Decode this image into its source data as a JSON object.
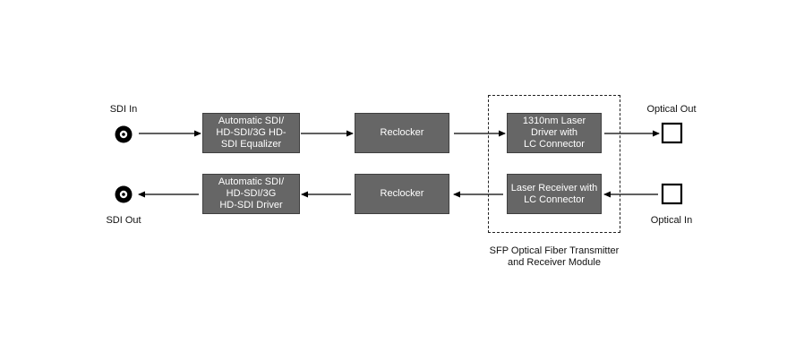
{
  "labels": {
    "sdi_in": "SDI In",
    "sdi_out": "SDI Out",
    "optical_out": "Optical Out",
    "optical_in": "Optical In",
    "module_caption": "SFP Optical Fiber Transmitter\nand Receiver Module"
  },
  "blocks": {
    "equalizer": "Automatic SDI/\nHD-SDI/3G HD-\nSDI Equalizer",
    "reclocker_top": "Reclocker",
    "laser_driver": "1310nm Laser\nDriver with\nLC Connector",
    "driver": "Automatic SDI/\nHD-SDI/3G\nHD-SDI Driver",
    "reclocker_bottom": "Reclocker",
    "laser_receiver": "Laser Receiver with\nLC Connector"
  },
  "icons": {
    "connector_in": "bnc-connector-icon",
    "connector_out": "bnc-connector-icon",
    "optical_out": "optical-port-icon",
    "optical_in": "optical-port-icon"
  }
}
